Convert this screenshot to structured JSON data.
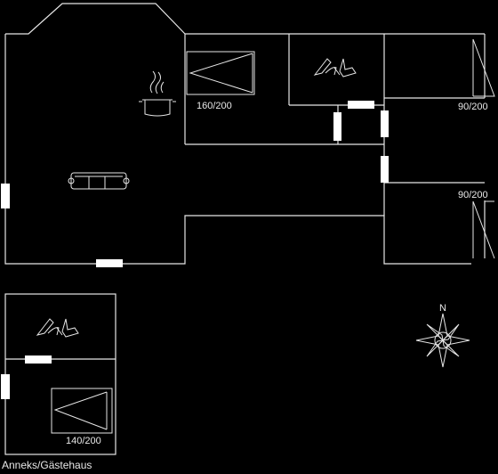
{
  "beds": {
    "main": "160/200",
    "right_upper": "90/200",
    "right_lower": "90/200",
    "annex": "140/200"
  },
  "annex_label": "Anneks/Gästehaus",
  "compass_label": "N",
  "icons": {
    "stove": "cooking-pot-icon",
    "sofa": "sofa-icon",
    "shower_main": "shower-icon",
    "shower_annex": "shower-icon",
    "compass": "compass-rose-icon"
  },
  "colors": {
    "background": "#000000",
    "lines": "#e6e6e6"
  }
}
